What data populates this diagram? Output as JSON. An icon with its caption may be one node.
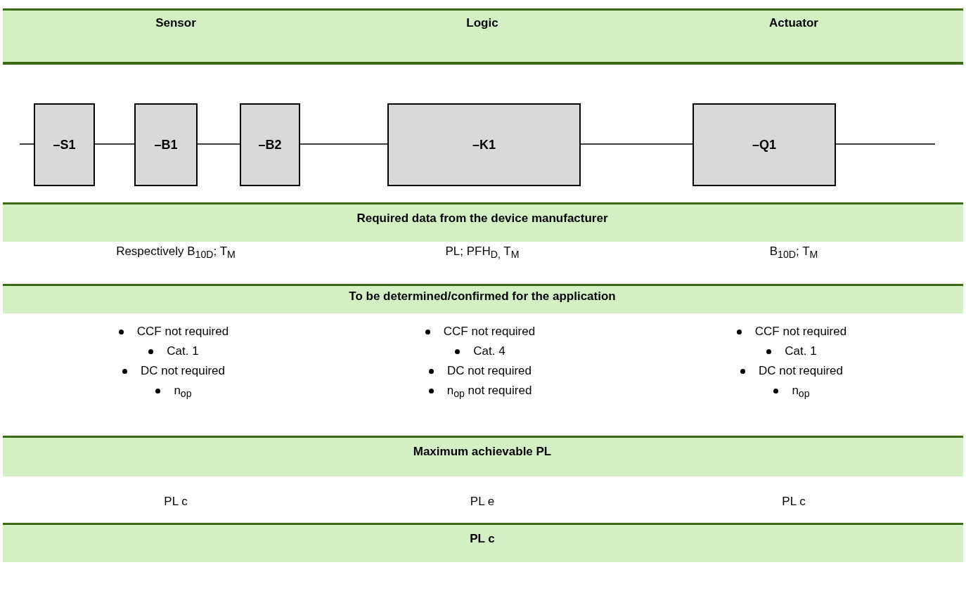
{
  "diagram": {
    "nodes": [
      {
        "text": [
          "Sensor",
          "Logic",
          "Actuator"
        ]
      },
      {
        "text": [
          "–S1"
        ]
      },
      {
        "text": [
          "–B1"
        ]
      },
      {
        "text": [
          "–B2"
        ]
      },
      {
        "text": [
          "–K1"
        ]
      },
      {
        "text": [
          "–Q1"
        ]
      },
      {
        "text": [
          "Required data from the device manufacturer"
        ]
      },
      {
        "text": [
          "To be determined/confirmed for the application"
        ]
      },
      {
        "text": [
          "Maximum achievable PL"
        ]
      },
      {
        "text": [
          "PL c"
        ]
      }
    ],
    "edges": [
      {
        "from": null,
        "to": 1,
        "arrow": "none"
      },
      {
        "from": 1,
        "to": 2,
        "arrow": "none"
      },
      {
        "from": 2,
        "to": 3,
        "arrow": "none"
      },
      {
        "from": 3,
        "to": 4,
        "arrow": "none"
      },
      {
        "from": 4,
        "to": 5,
        "arrow": "none"
      },
      {
        "from": 5,
        "to": null,
        "arrow": "none"
      }
    ],
    "labels": [
      "Respectively B$_{10D}$; T$_{M}$",
      "PL; PFH$_{D,}$ T$_{M}$",
      "B$_{10D}$; T$_{M}$",
      "CCF not required",
      "CCF not required",
      "CCF not required",
      "Cat. 1",
      "Cat. 4",
      "Cat. 1",
      "DC not required",
      "DC not required",
      "DC not required",
      "n$_{op}$",
      "n$_{op}$ not required",
      "n$_{op}$",
      "PL c",
      "PL e",
      "PL c"
    ]
  }
}
